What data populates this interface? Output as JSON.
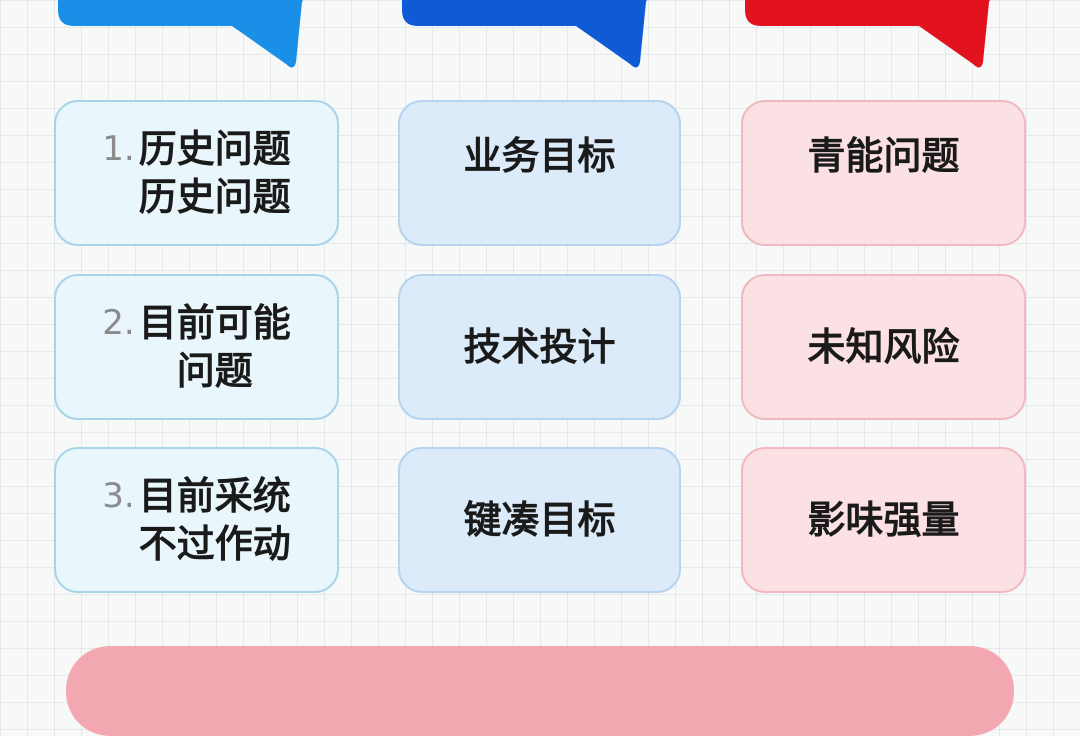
{
  "colors": {
    "arrow_col1": "#1a8fe8",
    "arrow_col2": "#0f5bd6",
    "arrow_col3": "#e3121f",
    "col1_fill": "#e9f6fc",
    "col2_fill": "#dcebf9",
    "col3_fill": "#fbe1e3",
    "bottom_bar": "#f3a7b0"
  },
  "column1": {
    "items": [
      {
        "number": "1.",
        "line1": "历史问题",
        "line2": "历史问题"
      },
      {
        "number": "2.",
        "line1": "目前可能",
        "line2": "问题"
      },
      {
        "number": "3.",
        "line1": "目前采统",
        "line2": "不过作动"
      }
    ]
  },
  "column2": {
    "items": [
      {
        "label": "业务目标"
      },
      {
        "label": "技术投计"
      },
      {
        "label": "键凑目标"
      }
    ]
  },
  "column3": {
    "items": [
      {
        "label": "青能问题"
      },
      {
        "label": "未知风险"
      },
      {
        "label": "影味强量"
      }
    ]
  }
}
